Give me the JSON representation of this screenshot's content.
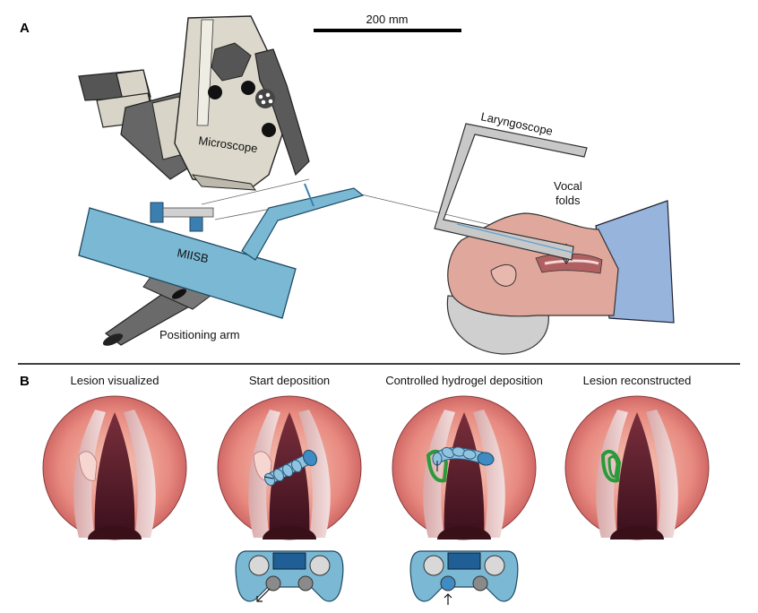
{
  "panel_a": {
    "letter": "A",
    "scale_bar_label": "200 mm",
    "labels": {
      "microscope": "Microscope",
      "laryngoscope": "Laryngoscope",
      "vocal_folds_line1": "Vocal",
      "vocal_folds_line2": "folds",
      "miisb": "MIISB",
      "positioning_arm": "Positioning arm"
    }
  },
  "panel_b": {
    "letter": "B",
    "steps": [
      {
        "title": "Lesion visualized"
      },
      {
        "title": "Start deposition"
      },
      {
        "title": "Controlled hydrogel deposition"
      },
      {
        "title": "Lesion reconstructed"
      }
    ]
  },
  "colors": {
    "microscope_body": "#dcd8cc",
    "microscope_dark": "#555555",
    "device_blue": "#7ab8d4",
    "laryngoscope_gray": "#c8c8c8",
    "skin": "#e0a89c",
    "drape_blue": "#96b4dc",
    "hair_gray": "#cfcfcf",
    "hydrogel_green": "#2a9a3a",
    "nozzle_blue": "#5a9fd0"
  }
}
